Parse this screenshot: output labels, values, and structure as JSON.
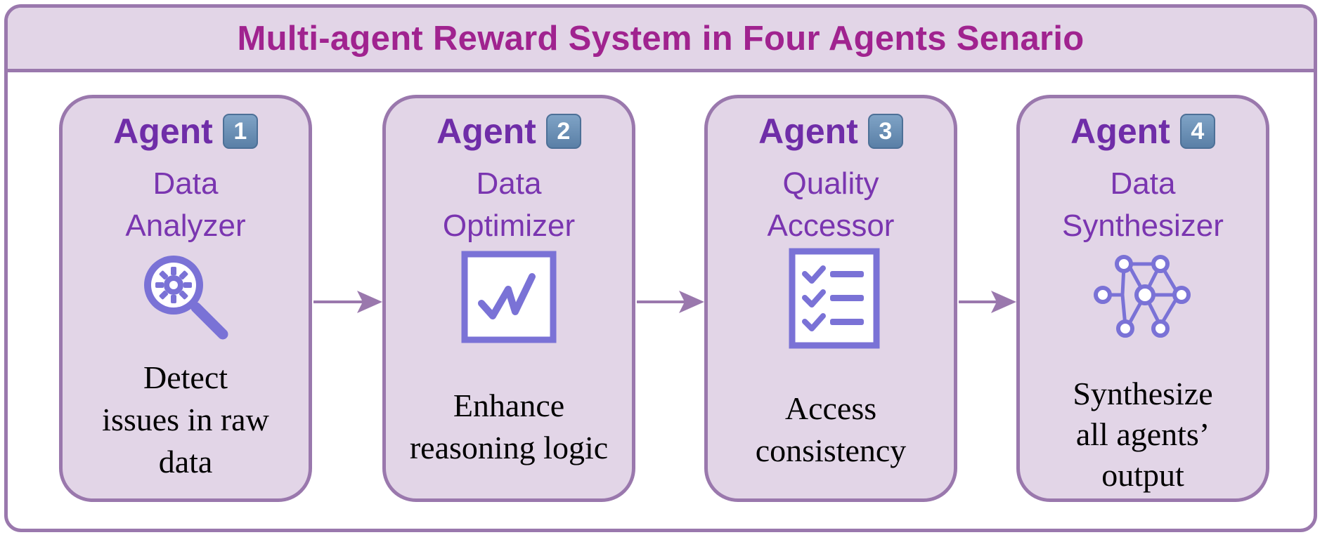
{
  "title": "Multi-agent Reward System in Four Agents Senario",
  "colors": {
    "accent": "#9a78ad",
    "card_fill": "#e2d5e7",
    "title_text": "#a0238f",
    "agent_text": "#6f2da8",
    "icon": "#7a72d6"
  },
  "agents": [
    {
      "word": "Agent",
      "number": "1",
      "role_lines": [
        "Data",
        "Analyzer"
      ],
      "icon": "magnifier-gear-icon",
      "desc_lines": [
        "Detect",
        "issues in raw",
        "data"
      ]
    },
    {
      "word": "Agent",
      "number": "2",
      "role_lines": [
        "Data",
        "Optimizer"
      ],
      "icon": "chart-line-icon",
      "desc_lines": [
        "Enhance",
        "reasoning logic"
      ]
    },
    {
      "word": "Agent",
      "number": "3",
      "role_lines": [
        "Quality",
        "Accessor"
      ],
      "icon": "checklist-icon",
      "desc_lines": [
        "Access",
        "consistency"
      ]
    },
    {
      "word": "Agent",
      "number": "4",
      "role_lines": [
        "Data",
        "Synthesizer"
      ],
      "icon": "network-nodes-icon",
      "desc_lines": [
        "Synthesize",
        "all agents’",
        "output"
      ]
    }
  ]
}
